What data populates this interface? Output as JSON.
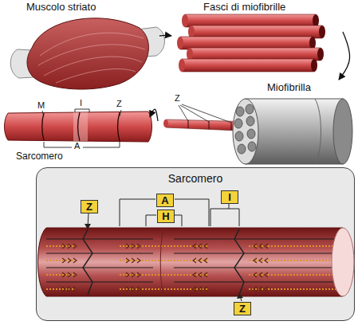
{
  "diagram": {
    "nodes": [
      {
        "text": [
          "Muscolo striato"
        ]
      },
      {
        "text": [
          "Fasci di miofibrille"
        ]
      },
      {
        "text": [
          "Miofibrilla"
        ]
      },
      {
        "text": [
          "Z"
        ]
      },
      {
        "text": [
          "Sarcomero"
        ]
      },
      {
        "text": [
          "Sarcomero"
        ]
      },
      {
        "text": [
          "Z"
        ],
        "in": 5
      },
      {
        "text": [
          "A"
        ],
        "in": 5
      },
      {
        "text": [
          "H"
        ],
        "in": 5
      },
      {
        "text": [
          "I"
        ],
        "in": 5
      },
      {
        "text": [
          "Z"
        ],
        "in": 5
      }
    ],
    "edges": [
      {
        "from": 0,
        "to": 1,
        "arrow": "to"
      },
      {
        "from": 1,
        "to": 2,
        "arrow": "to"
      },
      {
        "from": 3,
        "to": 4,
        "arrow": "to"
      }
    ],
    "labels": [
      "M",
      "I",
      "Z",
      "A"
    ]
  }
}
